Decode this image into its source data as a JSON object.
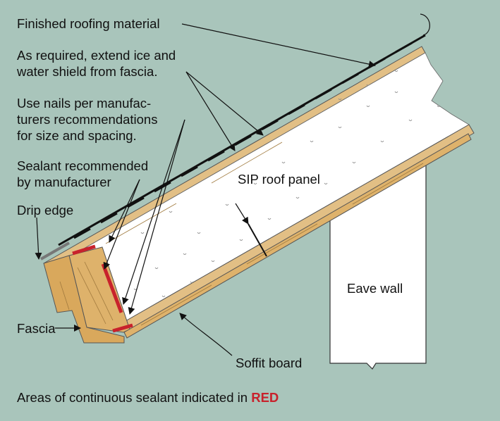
{
  "labels": {
    "finished_roofing": "Finished roofing material",
    "ice_shield": [
      "As required, extend ice and",
      "water shield from fascia."
    ],
    "nails": [
      "Use nails per manufac-",
      "turers recommendations",
      "for size and spacing."
    ],
    "sealant": [
      "Sealant recommended",
      "by manufacturer"
    ],
    "drip_edge": "Drip edge",
    "sip_panel": "SIP roof panel",
    "eave_wall": "Eave wall",
    "fascia": "Fascia",
    "soffit": "Soffit board"
  },
  "caption": {
    "text": "Areas of continuous sealant indicated in",
    "highlight": "RED"
  },
  "colors": {
    "background": "#a9c5bb",
    "foam": "#ffffff",
    "osb": "#e2bf85",
    "lumber": "#deb26b",
    "sealant": "#c8222c",
    "shingle": "#111111"
  }
}
